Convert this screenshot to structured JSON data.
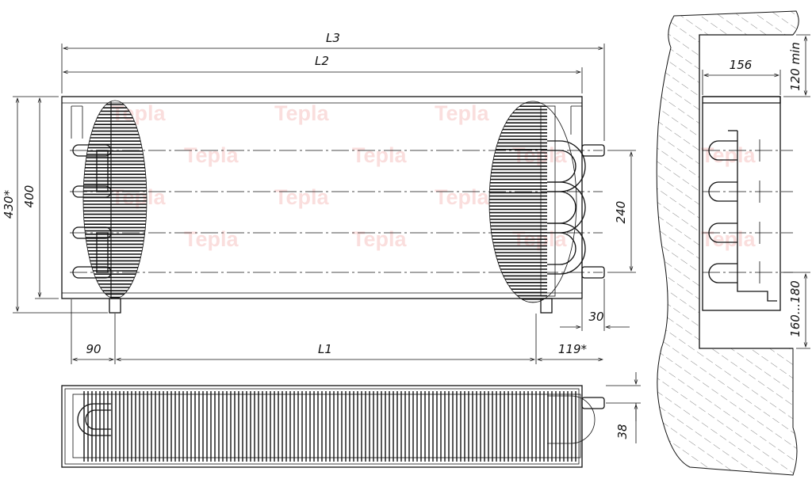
{
  "dimensions": {
    "L3": "L3",
    "L2": "L2",
    "L1": "L1",
    "h430": "430*",
    "h400": "400",
    "d90": "90",
    "d119": "119*",
    "d30": "30",
    "d240": "240",
    "d156": "156",
    "d120min": "120 min",
    "d160_180": "160...180",
    "d38": "38"
  },
  "watermark": {
    "text": "Tepla",
    "color": "#e53935"
  }
}
